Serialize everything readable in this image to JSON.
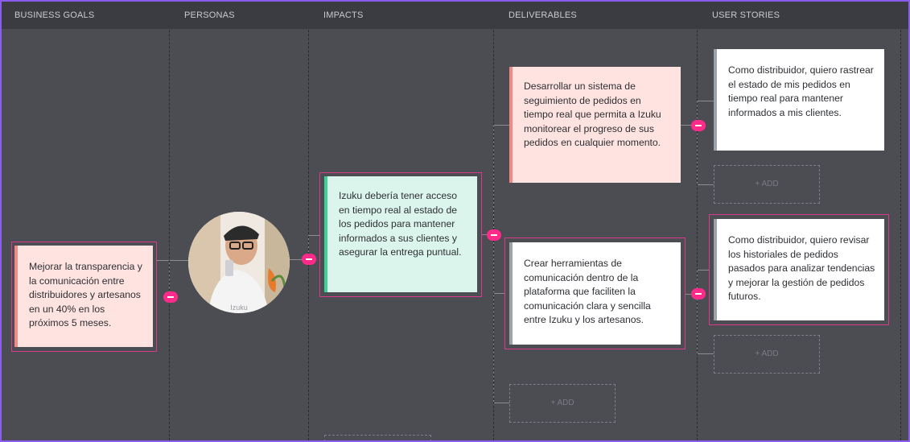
{
  "columns": {
    "business_goals": "BUSINESS GOALS",
    "personas": "PERSONAS",
    "impacts": "IMPACTS",
    "deliverables": "DELIVERABLES",
    "user_stories": "USER STORIES"
  },
  "goal": {
    "text": "Mejorar la transparencia y la comunicación entre distribuidores y artesanos en un 40% en los próximos 5 meses."
  },
  "persona": {
    "name": "Izuku"
  },
  "impact": {
    "text": "Izuku debería tener acceso en tiempo real al estado de los pedidos para mantener informados a sus clientes y asegurar la entrega puntual."
  },
  "deliverables": [
    {
      "text": "Desarrollar un sistema de seguimiento de pedidos en tiempo real que permita a Izuku monitorear el progreso de sus pedidos en cualquier momento."
    },
    {
      "text": "Crear herramientas de comunicación dentro de la plataforma que faciliten la comunicación clara y sencilla entre Izuku y los artesanos."
    }
  ],
  "user_stories": [
    {
      "text": "Como distribuidor, quiero rastrear el estado de mis pedidos en tiempo real para mantener informados a mis clientes."
    },
    {
      "text": "Como distribuidor, quiero revisar los historiales de pedidos pasados para analizar tendencias y mejorar la gestión de pedidos futuros."
    }
  ],
  "add_label": "+ ADD",
  "colors": {
    "accent_toggle": "#ff2a8a",
    "goal_card": "#ffe3e1",
    "impact_card": "#dcf5ec",
    "frame": "#8a5cf0"
  }
}
